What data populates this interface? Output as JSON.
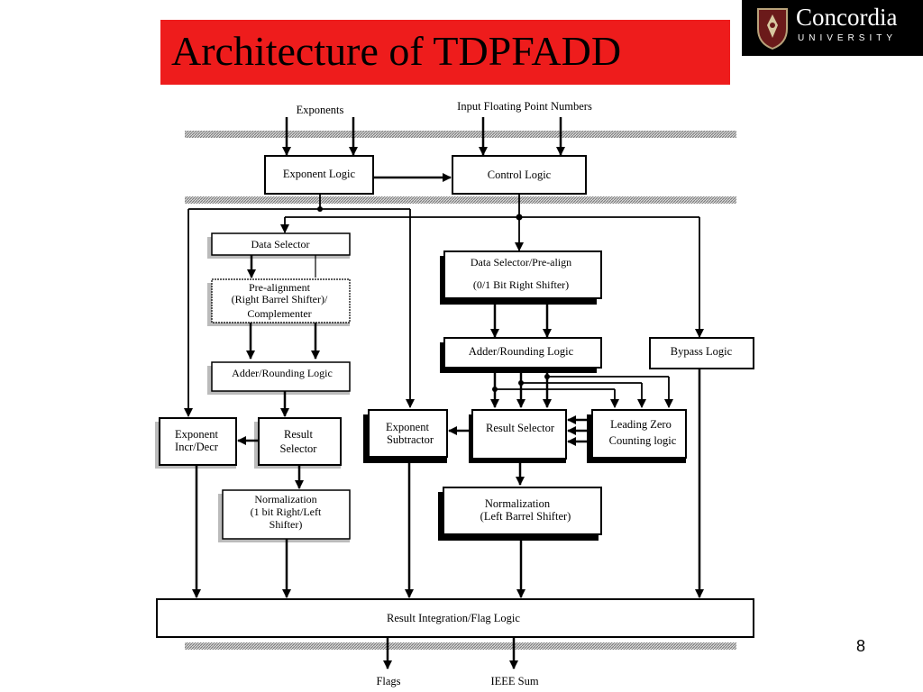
{
  "slide": {
    "title": "Architecture of TDPFADD",
    "page_number": "8",
    "accent_color": "#ee1c1c"
  },
  "logo": {
    "name": "Concordia",
    "subtitle": "UNIVERSITY"
  },
  "diagram": {
    "inputs": {
      "exponents": "Exponents",
      "numbers": "Input Floating Point Numbers"
    },
    "outputs": {
      "flags": "Flags",
      "sum": "IEEE Sum"
    },
    "blocks": {
      "exponent_logic": "Exponent Logic",
      "control_logic": "Control Logic",
      "data_selector": "Data Selector",
      "pre_alignment": [
        "Pre-alignment",
        "(Right Barrel Shifter)/",
        "Complementer"
      ],
      "adder_rounding_left": "Adder/Rounding Logic",
      "exponent_incr_decr": [
        "Exponent",
        "Incr/Decr"
      ],
      "result_selector_left": [
        "Result",
        "Selector"
      ],
      "normalization_left": [
        "Normalization",
        "(1 bit Right/Left",
        "Shifter)"
      ],
      "data_selector_prealign": [
        "Data Selector/Pre-align",
        "(0/1 Bit Right Shifter)"
      ],
      "adder_rounding_right": "Adder/Rounding Logic",
      "bypass_logic": "Bypass Logic",
      "exponent_subtractor": [
        "Exponent",
        "Subtractor"
      ],
      "result_selector_right": "Result Selector",
      "leading_zero": [
        "Leading Zero",
        "Counting logic"
      ],
      "normalization_right": [
        "Normalization",
        "(Left Barrel Shifter)"
      ],
      "result_integration": "Result Integration/Flag Logic"
    }
  }
}
